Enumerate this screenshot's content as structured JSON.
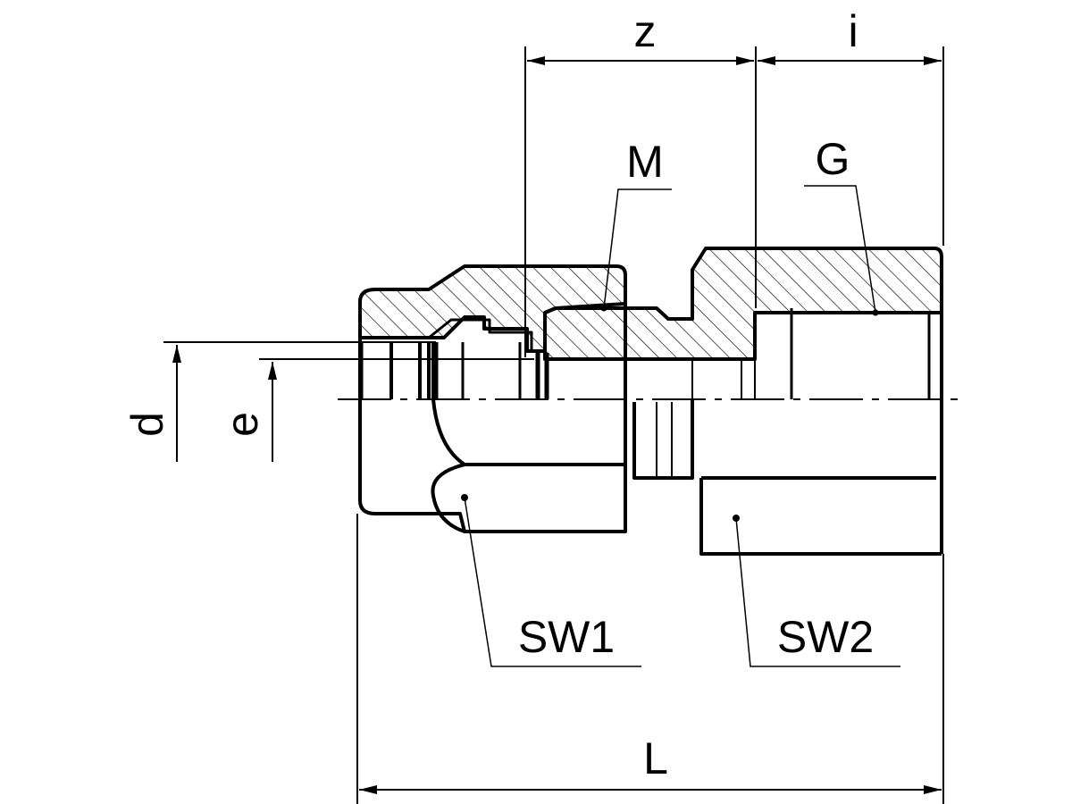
{
  "labels": {
    "z": "z",
    "i": "i",
    "M": "M",
    "G": "G",
    "d": "d",
    "e": "e",
    "SW1": "SW1",
    "SW2": "SW2",
    "L": "L"
  }
}
